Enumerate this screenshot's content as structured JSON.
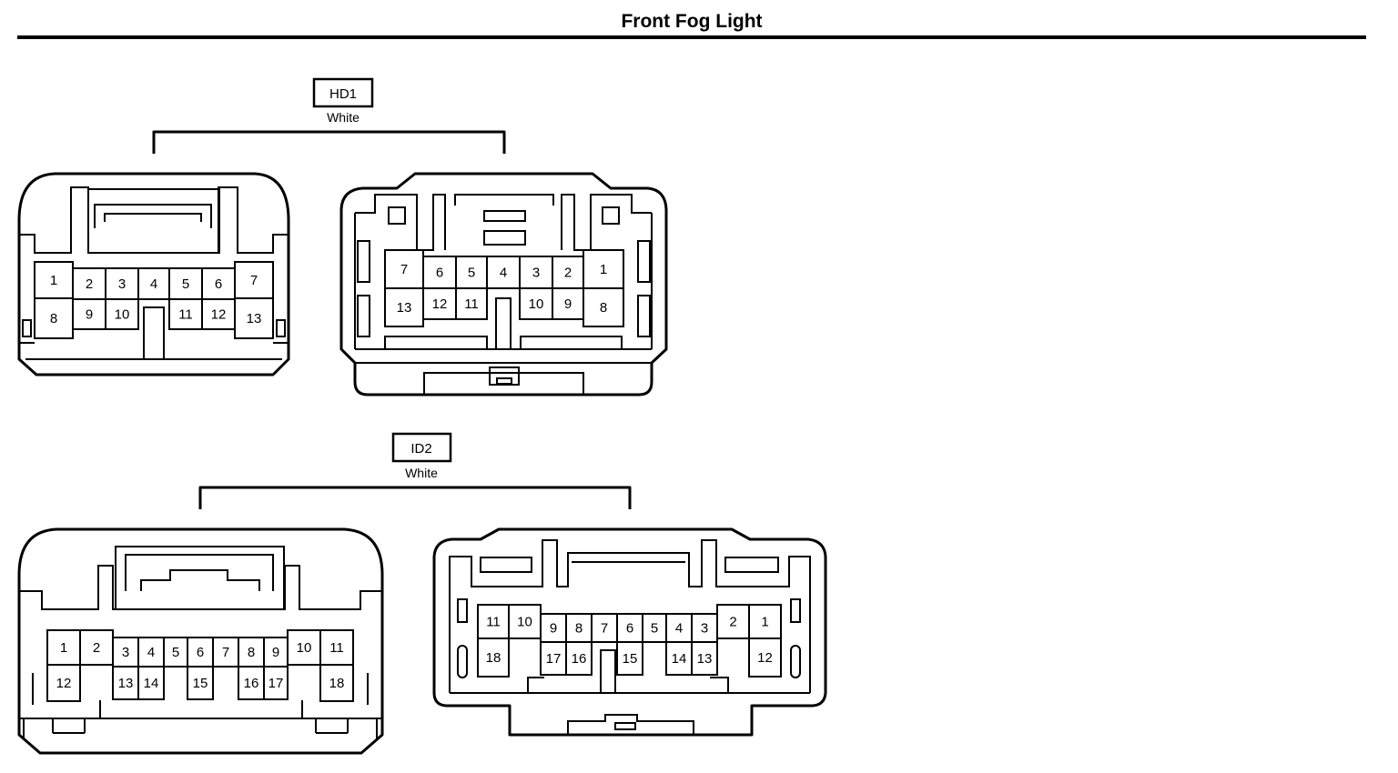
{
  "title": "Front Fog Light",
  "connectors": [
    {
      "id": "HD1",
      "color": "White",
      "female_pins": {
        "top": [
          "1",
          "2",
          "3",
          "4",
          "5",
          "6",
          "7"
        ],
        "bottom": [
          "8",
          "9",
          "10",
          "11",
          "12",
          "13"
        ]
      },
      "male_pins": {
        "top": [
          "7",
          "6",
          "5",
          "4",
          "3",
          "2",
          "1"
        ],
        "bottom": [
          "13",
          "12",
          "11",
          "10",
          "9",
          "8"
        ]
      }
    },
    {
      "id": "ID2",
      "color": "White",
      "female_pins": {
        "top": [
          "1",
          "2",
          "3",
          "4",
          "5",
          "6",
          "7",
          "8",
          "9",
          "10",
          "11"
        ],
        "bottom": [
          "12",
          "13",
          "14",
          "15",
          "16",
          "17",
          "18"
        ]
      },
      "male_pins": {
        "top": [
          "11",
          "10",
          "9",
          "8",
          "7",
          "6",
          "5",
          "4",
          "3",
          "2",
          "1"
        ],
        "bottom": [
          "18",
          "17",
          "16",
          "15",
          "14",
          "13",
          "12"
        ]
      }
    }
  ]
}
